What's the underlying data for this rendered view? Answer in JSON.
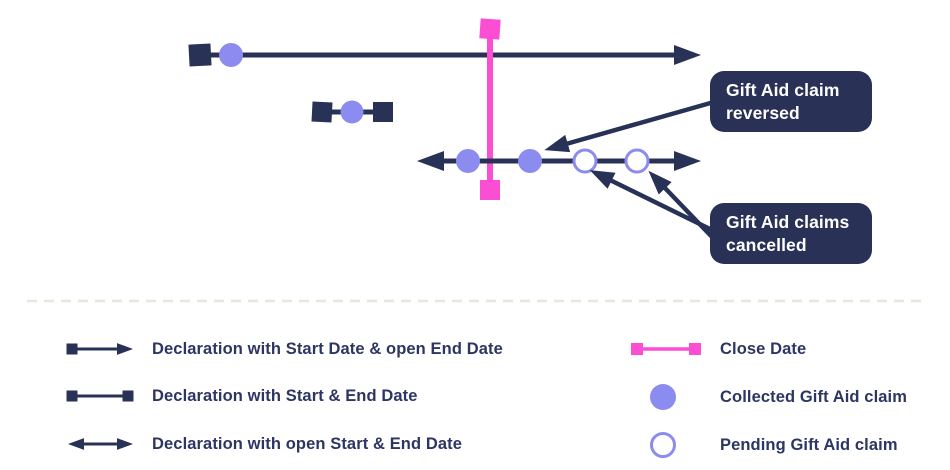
{
  "colors": {
    "navy": "#283156",
    "purple": "#8c8cf0",
    "pink": "#fb4ed3",
    "label-text": "#2d3563",
    "callout-bg": "#293157",
    "callout-text": "#ffffff",
    "separator": "#e9e6dc"
  },
  "annotations": {
    "reversed": {
      "label": "Gift Aid claim reversed"
    },
    "cancelled": {
      "label": "Gift Aid claims cancelled"
    }
  },
  "legend": {
    "left": [
      {
        "icon": "declaration-start-open-end-symbol",
        "label": "Declaration with Start Date & open End Date"
      },
      {
        "icon": "declaration-start-end-symbol",
        "label": "Declaration with Start & End Date"
      },
      {
        "icon": "declaration-open-start-end-symbol",
        "label": "Declaration with open Start & End Date"
      }
    ],
    "right": [
      {
        "icon": "close-date-symbol",
        "label": "Close Date"
      },
      {
        "icon": "collected-gift-aid-claim-symbol",
        "label": "Collected Gift Aid claim"
      },
      {
        "icon": "pending-gift-aid-claim-symbol",
        "label": "Pending Gift Aid claim"
      }
    ]
  }
}
